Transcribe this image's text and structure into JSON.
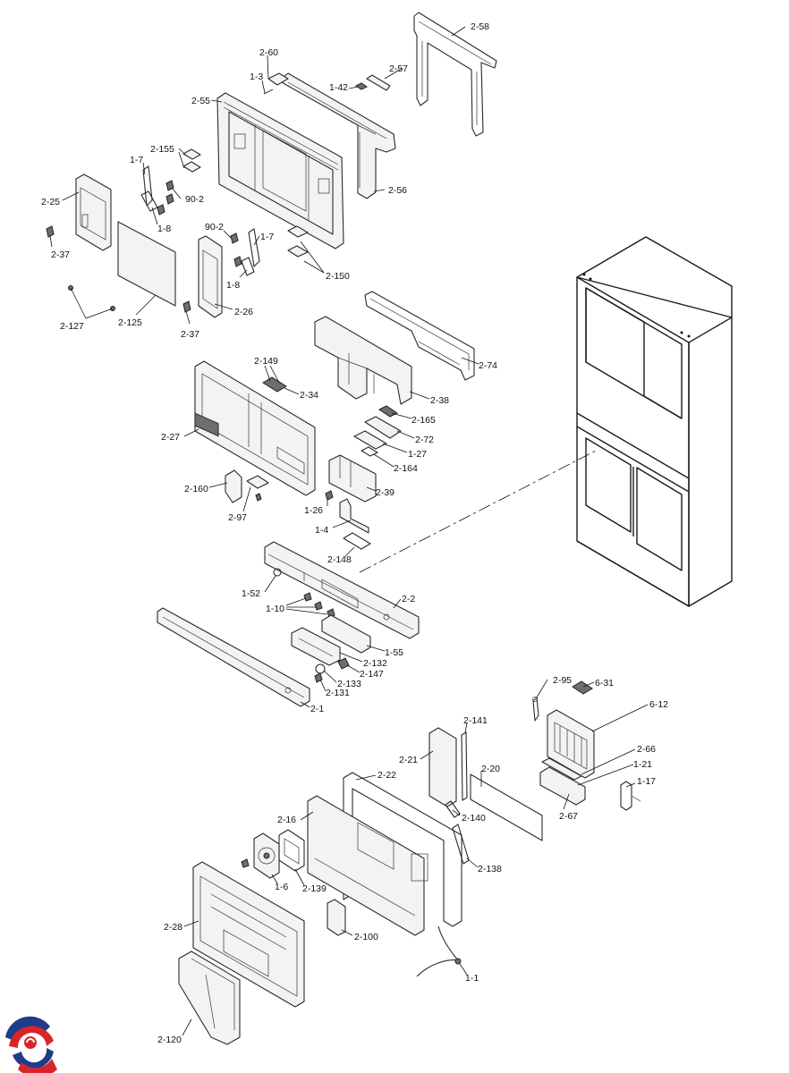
{
  "labels": {
    "l_2_58": "2-58",
    "l_2_60": "2-60",
    "l_2_57": "2-57",
    "l_1_3": "1-3",
    "l_1_42": "1-42",
    "l_2_55": "2-55",
    "l_2_155": "2-155",
    "l_1_7a": "1-7",
    "l_90_2a": "90-2",
    "l_1_8a": "1-8",
    "l_2_25": "2-25",
    "l_2_56": "2-56",
    "l_90_2b": "90-2",
    "l_1_7b": "1-7",
    "l_2_37a": "2-37",
    "l_1_8b": "1-8",
    "l_2_150": "2-150",
    "l_2_127": "2-127",
    "l_2_125": "2-125",
    "l_2_37b": "2-37",
    "l_2_26": "2-26",
    "l_2_74": "2-74",
    "l_2_149": "2-149",
    "l_2_34": "2-34",
    "l_2_38": "2-38",
    "l_2_165": "2-165",
    "l_2_27": "2-27",
    "l_2_72": "2-72",
    "l_1_27": "1-27",
    "l_2_164": "2-164",
    "l_2_160": "2-160",
    "l_2_39": "2-39",
    "l_2_97": "2-97",
    "l_1_26": "1-26",
    "l_1_4": "1-4",
    "l_2_148": "2-148",
    "l_2_2": "2-2",
    "l_1_52": "1-52",
    "l_1_10": "1-10",
    "l_1_55": "1-55",
    "l_2_132": "2-132",
    "l_2_147": "2-147",
    "l_2_133": "2-133",
    "l_2_131": "2-131",
    "l_2_1": "2-1",
    "l_2_95": "2-95",
    "l_6_31": "6-31",
    "l_6_12": "6-12",
    "l_2_141": "2-141",
    "l_2_66": "2-66",
    "l_2_21": "2-21",
    "l_1_21": "1-21",
    "l_2_20": "2-20",
    "l_2_22": "2-22",
    "l_1_17": "1-17",
    "l_2_67": "2-67",
    "l_2_16": "2-16",
    "l_2_140": "2-140",
    "l_2_138": "2-138",
    "l_1_6": "1-6",
    "l_2_139": "2-139",
    "l_2_28": "2-28",
    "l_2_100": "2-100",
    "l_1_1": "1-1",
    "l_2_120": "2-120"
  },
  "colors": {
    "logo_red": "#d7262b",
    "logo_blue": "#1f3c88",
    "line": "#2a2a2a"
  },
  "icons": {
    "logo": "brand-logo-icon"
  }
}
